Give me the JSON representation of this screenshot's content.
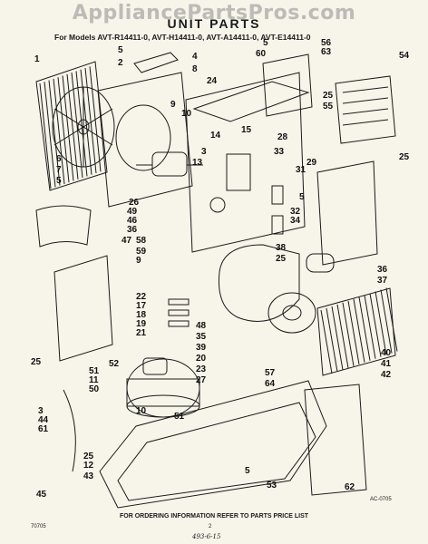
{
  "watermark": "AppliancePartsPros.com",
  "title": "UNIT PARTS",
  "models_line": "For Models AVT-R14411-0, AVT-H14411-0, AVT-A14411-0, AVT-E14411-0",
  "footer": "FOR ORDERING INFORMATION REFER TO PARTS PRICE LIST",
  "code_left": "70705",
  "page_number": "2",
  "code_right": "AC-0705",
  "handwritten": "493-6-15",
  "callouts": [
    "1",
    "5",
    "2",
    "4",
    "8",
    "24",
    "9",
    "10",
    "5",
    "60",
    "56",
    "63",
    "54",
    "25",
    "55",
    "28",
    "15",
    "14",
    "3",
    "13",
    "33",
    "6",
    "7",
    "5",
    "31",
    "29",
    "25",
    "5",
    "26",
    "49",
    "46",
    "36",
    "47",
    "58",
    "59",
    "9",
    "32",
    "34",
    "38",
    "25",
    "36",
    "37",
    "22",
    "17",
    "18",
    "19",
    "21",
    "48",
    "35",
    "39",
    "20",
    "23",
    "27",
    "40",
    "41",
    "42",
    "52",
    "25",
    "51",
    "11",
    "50",
    "57",
    "64",
    "3",
    "44",
    "61",
    "10",
    "51",
    "25",
    "12",
    "43",
    "45",
    "62",
    "5",
    "53"
  ]
}
